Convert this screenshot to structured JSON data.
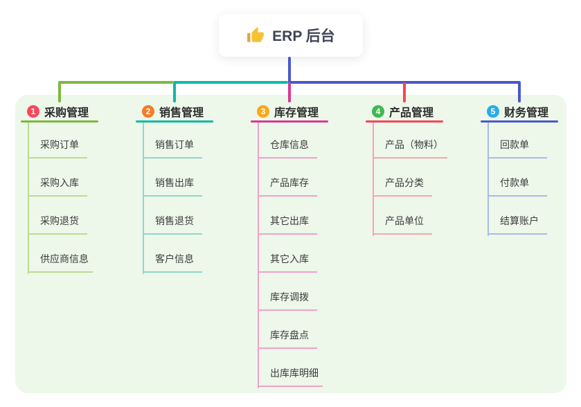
{
  "root": {
    "label": "ERP 后台",
    "icon": "thumbs-up"
  },
  "palette": {
    "canvas_bg": "#edf7ea",
    "trunk": "#4a57cd",
    "icon_yellow": "#f6c233",
    "icon_yellow_dark": "#e8a33d"
  },
  "branches": [
    {
      "number": "1",
      "label": "采购管理",
      "color": "#7cb93f",
      "badge_color": "#f5495e",
      "child_color": "#b9dc92",
      "children": [
        "采购订单",
        "采购入库",
        "采购退货",
        "供应商信息"
      ]
    },
    {
      "number": "2",
      "label": "销售管理",
      "color": "#10b9a3",
      "badge_color": "#f67c27",
      "child_color": "#8ed8cb",
      "children": [
        "销售订单",
        "销售出库",
        "销售退货",
        "客户信息"
      ]
    },
    {
      "number": "3",
      "label": "库存管理",
      "color": "#da3894",
      "badge_color": "#f8a81b",
      "child_color": "#f2a0cc",
      "children": [
        "仓库信息",
        "产品库存",
        "其它出库",
        "其它入库",
        "库存调拨",
        "库存盘点",
        "出库库明细"
      ]
    },
    {
      "number": "4",
      "label": "产品管理",
      "color": "#f4455a",
      "badge_color": "#3fba51",
      "child_color": "#f9a4ad",
      "children": [
        "产品（物料）",
        "产品分类",
        "产品单位"
      ]
    },
    {
      "number": "5",
      "label": "财务管理",
      "color": "#4a57cd",
      "badge_color": "#2cace4",
      "child_color": "#a8bae8",
      "children": [
        "回款单",
        "付款单",
        "结算账户"
      ]
    }
  ]
}
